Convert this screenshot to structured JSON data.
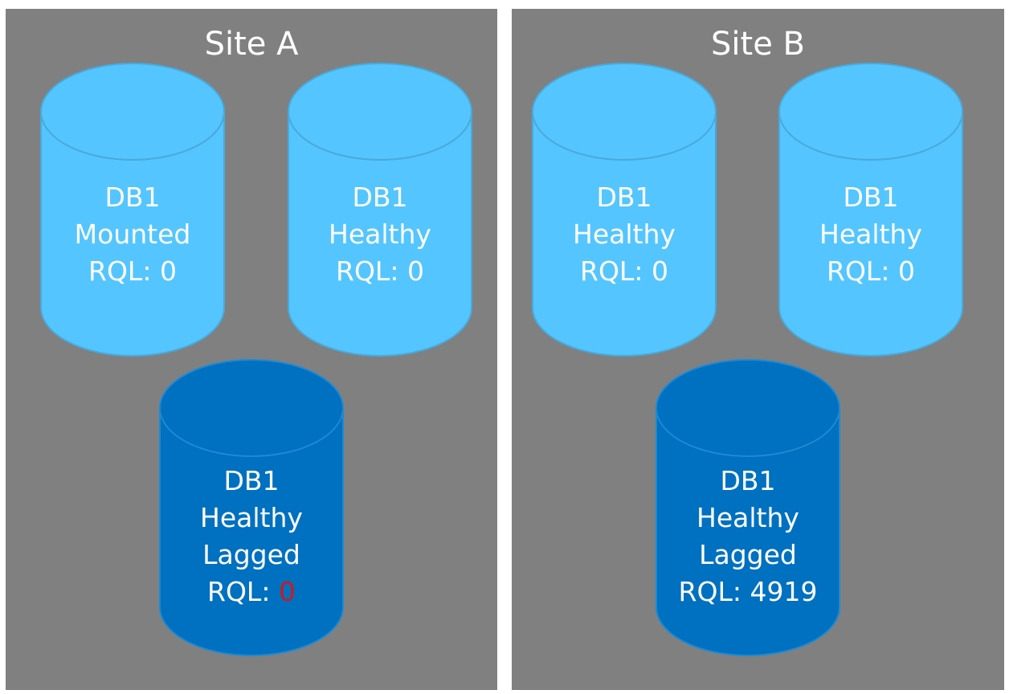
{
  "colors": {
    "background": "#808080",
    "replica_fill": "#54c5ff",
    "replica_stroke": "#4aa9d8",
    "lagged_fill": "#0070c0",
    "lagged_stroke": "#1d8ad2",
    "text": "#ffffff",
    "alert_text": "#d01818"
  },
  "sites": [
    {
      "title": "Site A",
      "databases": [
        {
          "name": "DB1",
          "status": "Mounted",
          "rql_label": "RQL:",
          "rql_value": "0"
        },
        {
          "name": "DB1",
          "status": "Healthy",
          "rql_label": "RQL:",
          "rql_value": "0"
        },
        {
          "name": "DB1",
          "status": "Healthy",
          "lag": "Lagged",
          "rql_label": "RQL:",
          "rql_value": "0"
        }
      ]
    },
    {
      "title": "Site B",
      "databases": [
        {
          "name": "DB1",
          "status": "Healthy",
          "rql_label": "RQL:",
          "rql_value": "0"
        },
        {
          "name": "DB1",
          "status": "Healthy",
          "rql_label": "RQL:",
          "rql_value": "0"
        },
        {
          "name": "DB1",
          "status": "Healthy",
          "lag": "Lagged",
          "rql_label": "RQL:",
          "rql_value": "4919"
        }
      ]
    }
  ]
}
